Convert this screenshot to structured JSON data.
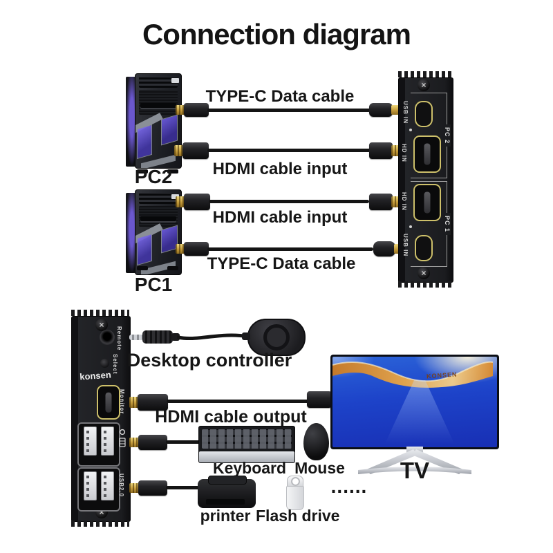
{
  "title": "Connection diagram",
  "top_section": {
    "pc2_label": "PC2",
    "pc1_label": "PC1",
    "cable_labels": {
      "row1": "TYPE-C Data cable",
      "row2": "HDMI cable input",
      "row3": "HDMI cable input",
      "row4": "TYPE-C Data cable"
    },
    "kvm_rear": {
      "usb_in_pc2": "USB IN",
      "hd_in_pc2": "HD IN",
      "group_pc2": "PC 2",
      "hd_in_pc1": "HD IN",
      "usb_in_pc1": "USB IN",
      "group_pc1": "PC 1"
    }
  },
  "bottom_section": {
    "kvm_front": {
      "remote": "Remote",
      "select": "Select",
      "brand": "konsen",
      "monitor": "Monitor",
      "usb": "USB2.0"
    },
    "controller_label": "Desktop controller",
    "hdmi_out_label": "HDMI cable output",
    "keyboard_label": "Keyboard",
    "mouse_label": "Mouse",
    "tv_label": "TV",
    "tv_watermark": "konsen",
    "printer_label": "printer",
    "flash_label": "Flash drive",
    "more_devices": "......"
  },
  "colors": {
    "port_outline": "#cdc06a",
    "screen_blue": "#1d43c9",
    "wave_orange": "#d9872f",
    "cable_black": "#141414"
  }
}
